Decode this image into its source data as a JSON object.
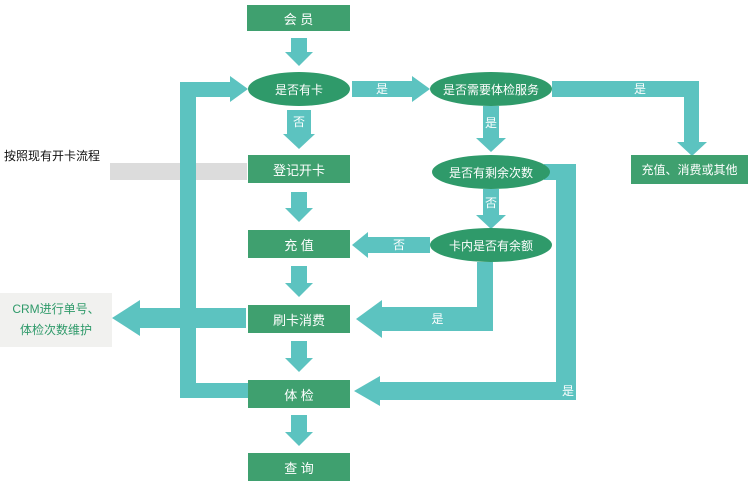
{
  "colors": {
    "box_green": "#3fa06f",
    "ellipse_green": "#2f9a6a",
    "arrow_teal": "#5cc3c0",
    "note_bar_gray": "#dcdcdc",
    "crm_box_bg": "#f1f1ef",
    "crm_text_green": "#2f9a6a"
  },
  "nodes": {
    "member": {
      "label": "会 员"
    },
    "has_card": {
      "label": "是否有卡"
    },
    "need_exam": {
      "label": "是否需要体检服务"
    },
    "register": {
      "label": "登记开卡"
    },
    "remaining": {
      "label": "是否有剩余次数"
    },
    "recharge_other": {
      "label": "充值、消费或其他"
    },
    "recharge": {
      "label": "充 值"
    },
    "balance": {
      "label": "卡内是否有余额"
    },
    "consume": {
      "label": "刷卡消费"
    },
    "exam": {
      "label": "体 检"
    },
    "query": {
      "label": "查 询"
    }
  },
  "edge_labels": {
    "has_card_to_need_exam": "是",
    "has_card_to_register": "否",
    "need_exam_to_recharge_other": "是",
    "need_exam_to_remaining": "是",
    "remaining_to_balance": "否",
    "balance_to_recharge": "否",
    "balance_to_consume": "是",
    "remaining_to_exam": "是"
  },
  "annotations": {
    "open_card_note": "按照现有开卡流程",
    "crm_note_line1": "CRM进行单号、",
    "crm_note_line2": "体检次数维护"
  }
}
